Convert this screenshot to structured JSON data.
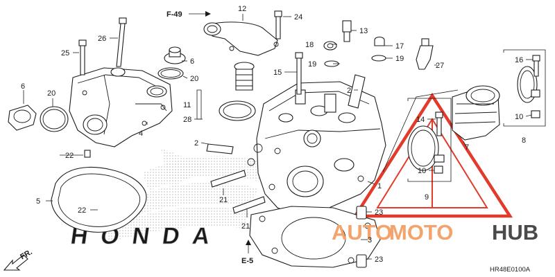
{
  "figure": {
    "code": "HR48E0100A",
    "ref_top": "F-49",
    "ref_bottom": "E-5",
    "direction_label": "FR.",
    "brand_logo": "HONDA",
    "watermark": {
      "part1": "AUTO",
      "part2": "MOTO",
      "part3": "HUB",
      "accent_color": "#f3a36b",
      "dark_color": "#4a4a4a",
      "triangle_color": "#e23a2b"
    }
  },
  "callouts": [
    {
      "id": "c1",
      "label": "1"
    },
    {
      "id": "c2",
      "label": "2"
    },
    {
      "id": "c2b",
      "label": "2"
    },
    {
      "id": "c3",
      "label": "3"
    },
    {
      "id": "c4",
      "label": "4"
    },
    {
      "id": "c5",
      "label": "5"
    },
    {
      "id": "c6a",
      "label": "6"
    },
    {
      "id": "c6b",
      "label": "6"
    },
    {
      "id": "c7",
      "label": "7"
    },
    {
      "id": "c8",
      "label": "8"
    },
    {
      "id": "c9",
      "label": "9"
    },
    {
      "id": "c10a",
      "label": "10"
    },
    {
      "id": "c10b",
      "label": "10"
    },
    {
      "id": "c11",
      "label": "11"
    },
    {
      "id": "c12",
      "label": "12"
    },
    {
      "id": "c13",
      "label": "13"
    },
    {
      "id": "c14",
      "label": "14"
    },
    {
      "id": "c15",
      "label": "15"
    },
    {
      "id": "c16",
      "label": "16"
    },
    {
      "id": "c17",
      "label": "17"
    },
    {
      "id": "c18",
      "label": "18"
    },
    {
      "id": "c19a",
      "label": "19"
    },
    {
      "id": "c19b",
      "label": "19"
    },
    {
      "id": "c20a",
      "label": "20"
    },
    {
      "id": "c20b",
      "label": "20"
    },
    {
      "id": "c21a",
      "label": "21"
    },
    {
      "id": "c21b",
      "label": "21"
    },
    {
      "id": "c22a",
      "label": "22"
    },
    {
      "id": "c22b",
      "label": "22"
    },
    {
      "id": "c23a",
      "label": "23"
    },
    {
      "id": "c23b",
      "label": "23"
    },
    {
      "id": "c24",
      "label": "24"
    },
    {
      "id": "c25",
      "label": "25"
    },
    {
      "id": "c26",
      "label": "26"
    },
    {
      "id": "c27",
      "label": "27"
    },
    {
      "id": "c28",
      "label": "28"
    }
  ]
}
